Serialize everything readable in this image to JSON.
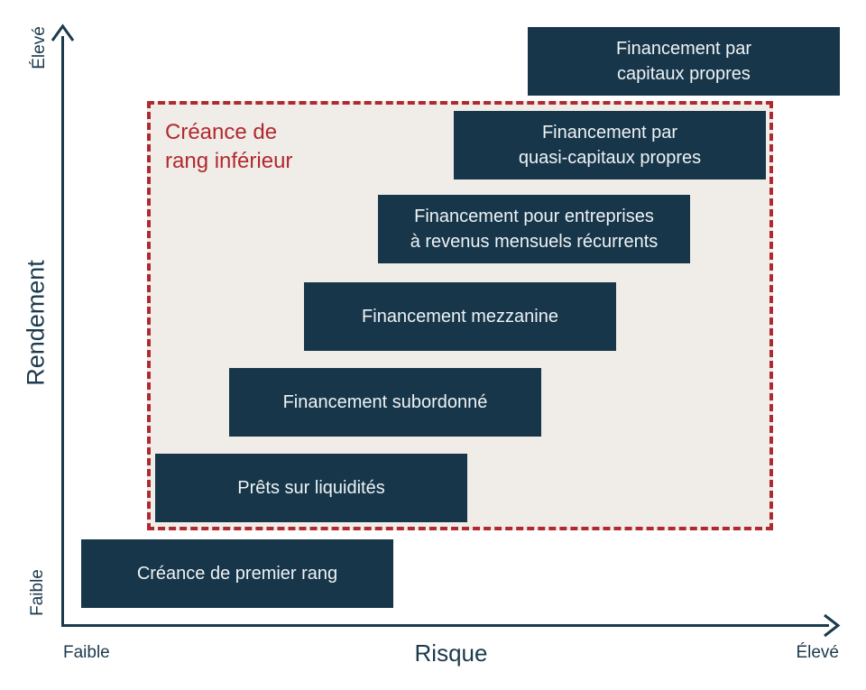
{
  "diagram": {
    "zone": {
      "label": "Créance de\nrang inférieur"
    },
    "boxes": [
      {
        "label": "Financement par\ncapitaux propres"
      },
      {
        "label": "Financement par\nquasi-capitaux propres"
      },
      {
        "label": "Financement pour entreprises\nà revenus mensuels récurrents"
      },
      {
        "label": "Financement mezzanine"
      },
      {
        "label": "Financement subordonné"
      },
      {
        "label": "Prêts sur liquidités"
      },
      {
        "label": "Créance de premier rang"
      }
    ],
    "y_axis": {
      "title": "Rendement",
      "high": "Élevé",
      "low": "Faible"
    },
    "x_axis": {
      "title": "Risque",
      "low": "Faible",
      "high": "Élevé"
    },
    "colors": {
      "box_fill": "#17364a",
      "box_text": "#eef3f5",
      "accent_red": "#b1292f",
      "zone_fill": "#f0ece7",
      "axis": "#1c3a4d",
      "background": "#ffffff"
    }
  }
}
